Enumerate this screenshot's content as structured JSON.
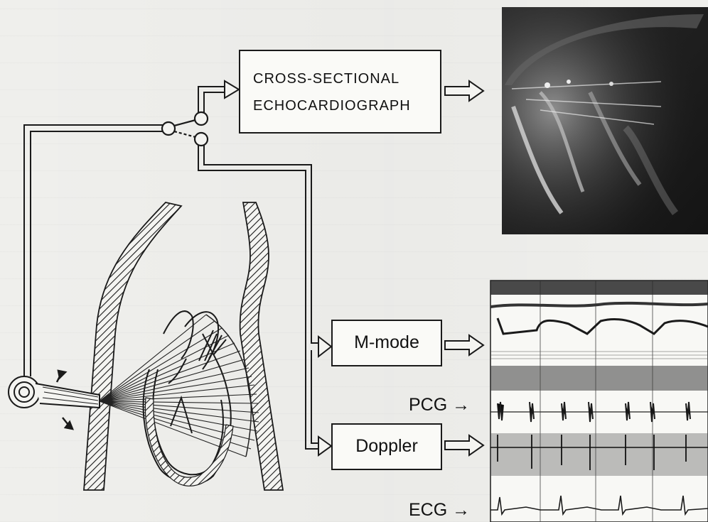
{
  "diagram": {
    "cross_sectional_box": {
      "line1": "CROSS-SECTIONAL",
      "line2": "ECHOCARDIOGRAPH"
    },
    "mmode_label": "M-mode",
    "doppler_label": "Doppler",
    "pcg_label": "PCG →",
    "ecg_label": "ECG →"
  },
  "colors": {
    "line": "#1a1a1a",
    "paper": "#f4f4f1",
    "echo_background": "#1b1b1b"
  }
}
